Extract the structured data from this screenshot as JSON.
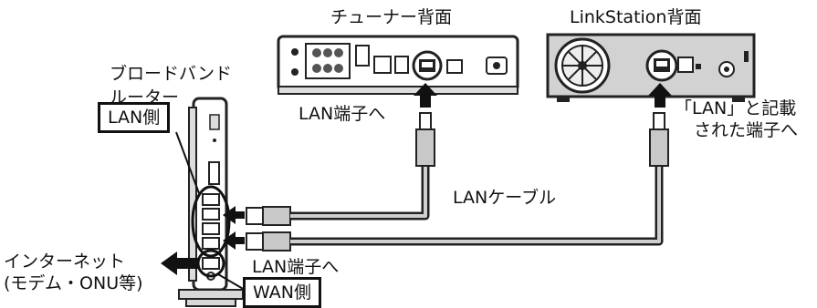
{
  "labels": {
    "tuner_back": "チューナー背面",
    "linkstation_back": "LinkStation背面",
    "broadband_line1": "ブロードバンド",
    "broadband_line2": "ルーター",
    "lan_side": "LAN側",
    "wan_side": "WAN側",
    "lan_port_tuner": "LAN端子へ",
    "lan_port_router": "LAN端子へ",
    "lan_cable": "LANケーブル",
    "ls_port_line1": "「LAN」と記載",
    "ls_port_line2": "された端子へ",
    "internet_line1": "インターネット",
    "internet_line2": "(モデム・ONU等)"
  }
}
